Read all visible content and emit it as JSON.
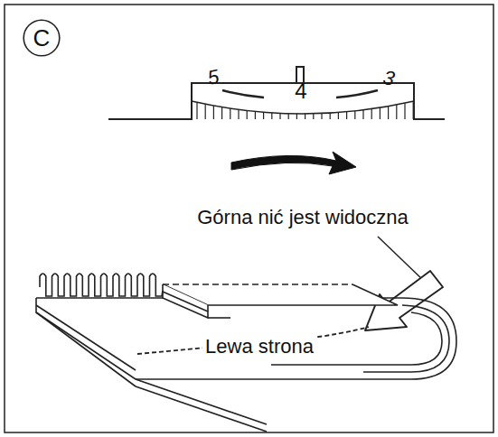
{
  "diagram": {
    "nodes": [
      {
        "text": [
          "C"
        ]
      }
    ],
    "labels": [
      "5",
      "4",
      "3",
      "Górna nić jest widoczna",
      "Lewa strona"
    ]
  }
}
